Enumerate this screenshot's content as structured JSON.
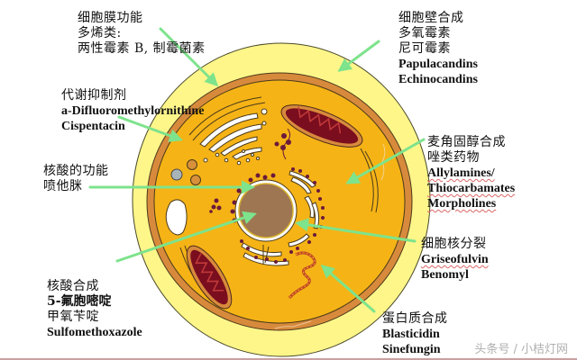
{
  "diagram": {
    "title": "Fungal cell antifungal drug targets",
    "colors": {
      "cell_wall": "#fff68a",
      "cell_wall_outline": "#4a4a2a",
      "membrane_band": "#d88a3c",
      "cytoplasm": "#f5b316",
      "nucleus": "#9e7652",
      "mitochondria_outer": "#8b1a1a",
      "vesicle": "#d8913a",
      "ribosome": "#6b1a3a",
      "arrow": "#7de38c",
      "background": "#ffffff"
    },
    "labels": {
      "membrane": {
        "lines": [
          "细胞膜功能",
          "多烯类:",
          "两性霉素 B, 制霉菌素"
        ]
      },
      "cell_wall": {
        "lines": [
          "细胞壁合成",
          "多氧霉素",
          "尼可霉素",
          "Papulacandins",
          "Echinocandins"
        ]
      },
      "metabolism": {
        "lines": [
          "代谢抑制剂",
          "a-Difluoromethylornithine",
          "Cispentacin"
        ]
      },
      "nucleic_function": {
        "lines": [
          "核酸的功能",
          "喷他脒"
        ]
      },
      "ergosterol": {
        "lines": [
          "麦角固醇合成",
          "唑类药物",
          "Allylamines/",
          "Thiocarbamates",
          "Morpholines"
        ]
      },
      "nuclear_division": {
        "lines": [
          "细胞核分裂",
          "Griseofulvin",
          "Benomyl"
        ]
      },
      "nucleic_synthesis": {
        "lines": [
          "核酸合成",
          "5-氟胞嘧啶",
          "甲氧苄啶",
          "Sulfomethoxazole"
        ]
      },
      "protein_synthesis": {
        "lines": [
          "蛋白质合成",
          "Blasticidin",
          "Sinefungin"
        ]
      }
    },
    "watermark": "头条号 / 小桔灯网"
  }
}
